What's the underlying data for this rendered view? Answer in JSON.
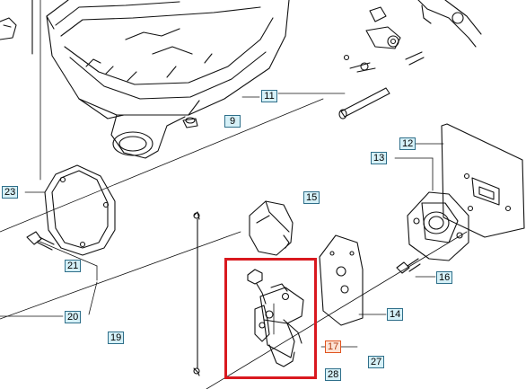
{
  "callouts": {
    "c9": "9",
    "c11": "11",
    "c12": "12",
    "c13": "13",
    "c14": "14",
    "c15": "15",
    "c16": "16",
    "c17": "17",
    "c19": "19",
    "c20": "20",
    "c21": "21",
    "c23": "23",
    "c27": "27",
    "c28": "28"
  },
  "colors": {
    "callout_fill": "#d5f0f7",
    "callout_border": "#2f6f8a",
    "highlight_callout": "#e0541f",
    "highlight_box": "#d9191f"
  }
}
